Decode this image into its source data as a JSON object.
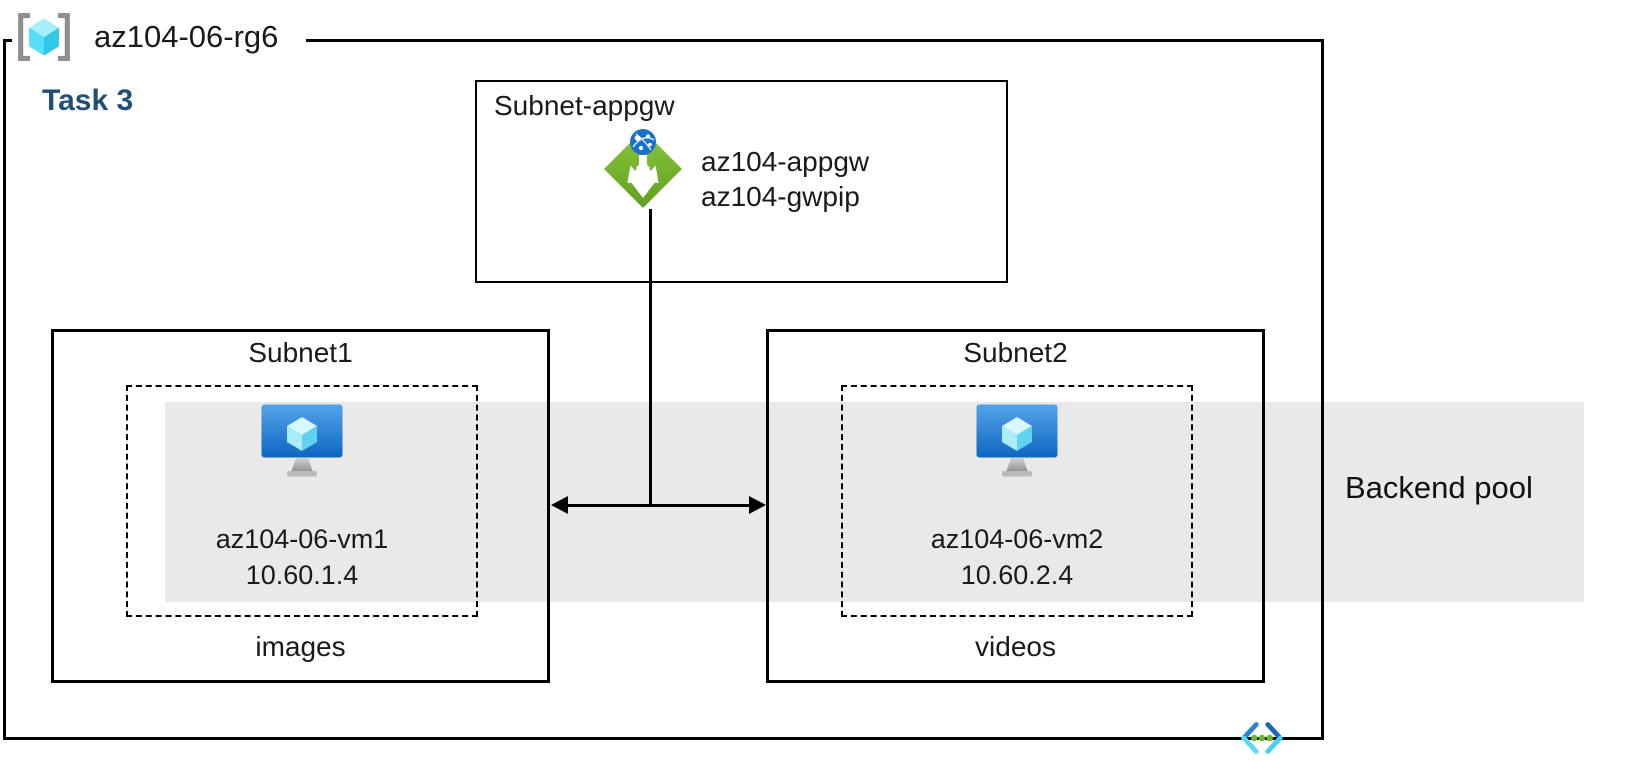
{
  "diagram": {
    "resource_group": {
      "name": "az104-06-rg6"
    },
    "task_label": "Task 3",
    "appgw_subnet": {
      "title": "Subnet-appgw",
      "gateway_name": "az104-appgw",
      "public_ip": "az104-gwpip"
    },
    "subnet1": {
      "title": "Subnet1",
      "vm_name": "az104-06-vm1",
      "vm_ip": "10.60.1.4",
      "app_label": "images"
    },
    "subnet2": {
      "title": "Subnet2",
      "vm_name": "az104-06-vm2",
      "vm_ip": "10.60.2.4",
      "app_label": "videos"
    },
    "backend_pool_label": "Backend pool",
    "icons": {
      "resource_group": "resource-group-icon",
      "application_gateway": "application-gateway-icon",
      "virtual_machine": "virtual-machine-icon",
      "virtual_network": "virtual-network-icon"
    },
    "colors": {
      "task_text": "#1f4e79",
      "backend_pool_band": "#e9e9e9",
      "border": "#000000",
      "appgw_green": "#76bc2d",
      "vm_blue_top": "#55a4ea",
      "vm_blue_bottom": "#0e66c2",
      "cube_cyan": "#50e6ff",
      "vnet_blue": "#2a7fd8",
      "vnet_cyan": "#5bd9f5",
      "vnet_dot_green": "#6cb62e"
    }
  }
}
